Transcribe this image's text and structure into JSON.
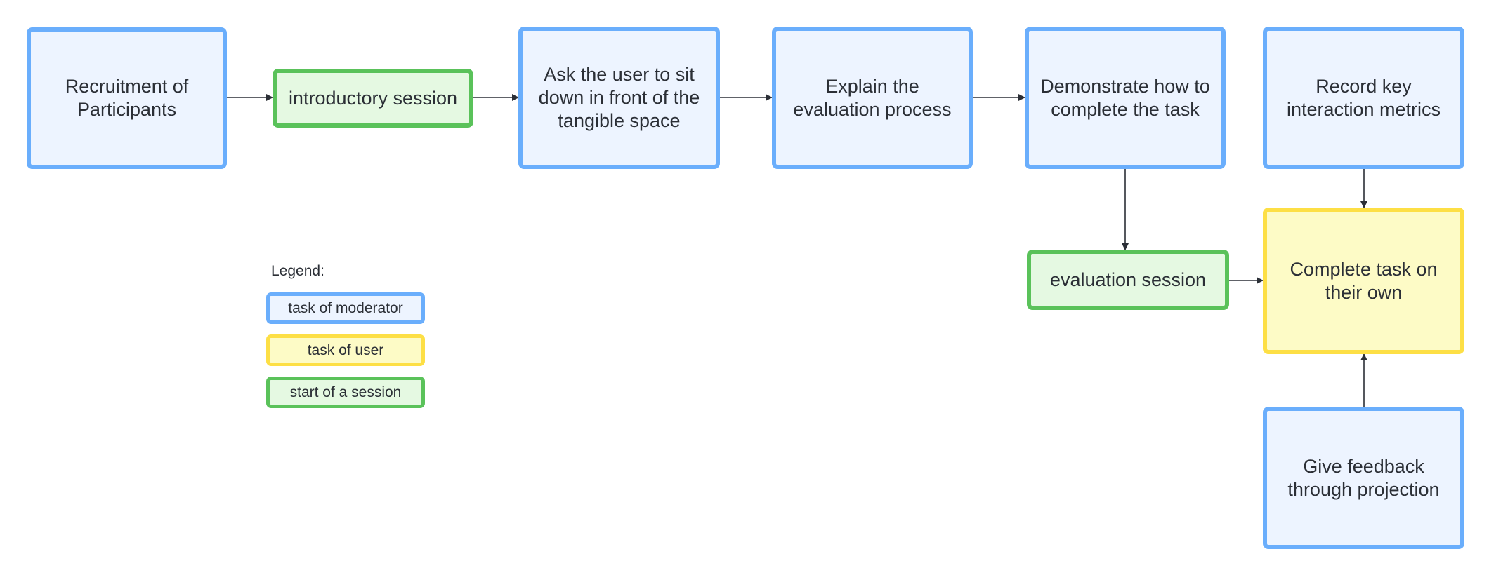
{
  "nodes": {
    "recruitment": "Recruitment of Participants",
    "introductory": "introductory session",
    "ask_user": "Ask the user to sit down in front of the tangible space",
    "explain": "Explain the evaluation process",
    "demonstrate": "Demonstrate how to complete the task",
    "record": "Record key interaction metrics",
    "evaluation": "evaluation session",
    "complete": "Complete task on their own",
    "feedback": "Give feedback through projection"
  },
  "legend": {
    "title": "Legend:",
    "items": [
      {
        "label": "task of moderator",
        "kind": "moderator"
      },
      {
        "label": "task of user",
        "kind": "user"
      },
      {
        "label": "start of a session",
        "kind": "session"
      }
    ]
  },
  "colors": {
    "moderator_fill": "#edf4ff",
    "moderator_border": "#6aaefc",
    "user_fill": "#fdfbc6",
    "user_border": "#fddf45",
    "session_fill": "#e5f9e2",
    "session_border": "#5ac25a",
    "connector": "#2b2f36"
  }
}
